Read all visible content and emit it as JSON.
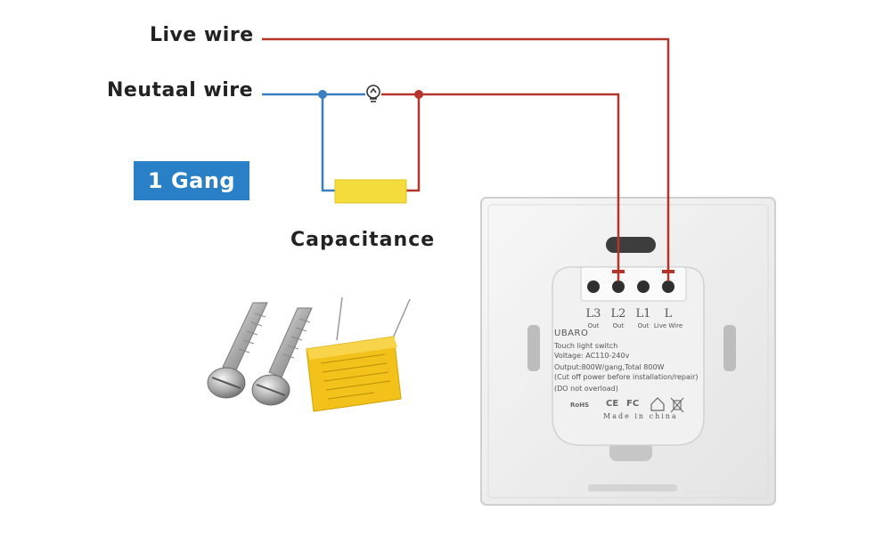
{
  "labels": {
    "live_wire": "Live wire",
    "neutral_wire": "Neutaal wire",
    "gang": "1 Gang",
    "capacitance": "Capacitance"
  },
  "colors": {
    "live": "#b5352a",
    "neutral": "#3a7fc0",
    "badge": "#2a80c6",
    "capacitor": "#f4dc3c"
  },
  "switch_panel": {
    "terminals": [
      {
        "label": "L3",
        "sub": "Out"
      },
      {
        "label": "L2",
        "sub": "Out"
      },
      {
        "label": "L1",
        "sub": "Out"
      },
      {
        "label": "L",
        "sub": "Live Wire"
      }
    ],
    "brand": "UBARO",
    "specs": [
      "Touch light switch",
      "Voltage: AC110-240v",
      "Output:800W/gang,Total 800W",
      "(Cut off power before installation/repair)",
      "(DO not overload)"
    ],
    "origin": "Made in china",
    "cert_marks": [
      "RoHS",
      "CE",
      "FC"
    ]
  },
  "icons": {
    "bulb": "lightbulb-icon",
    "screws": "screw-icon",
    "capacitor_part": "capacitor-icon"
  }
}
